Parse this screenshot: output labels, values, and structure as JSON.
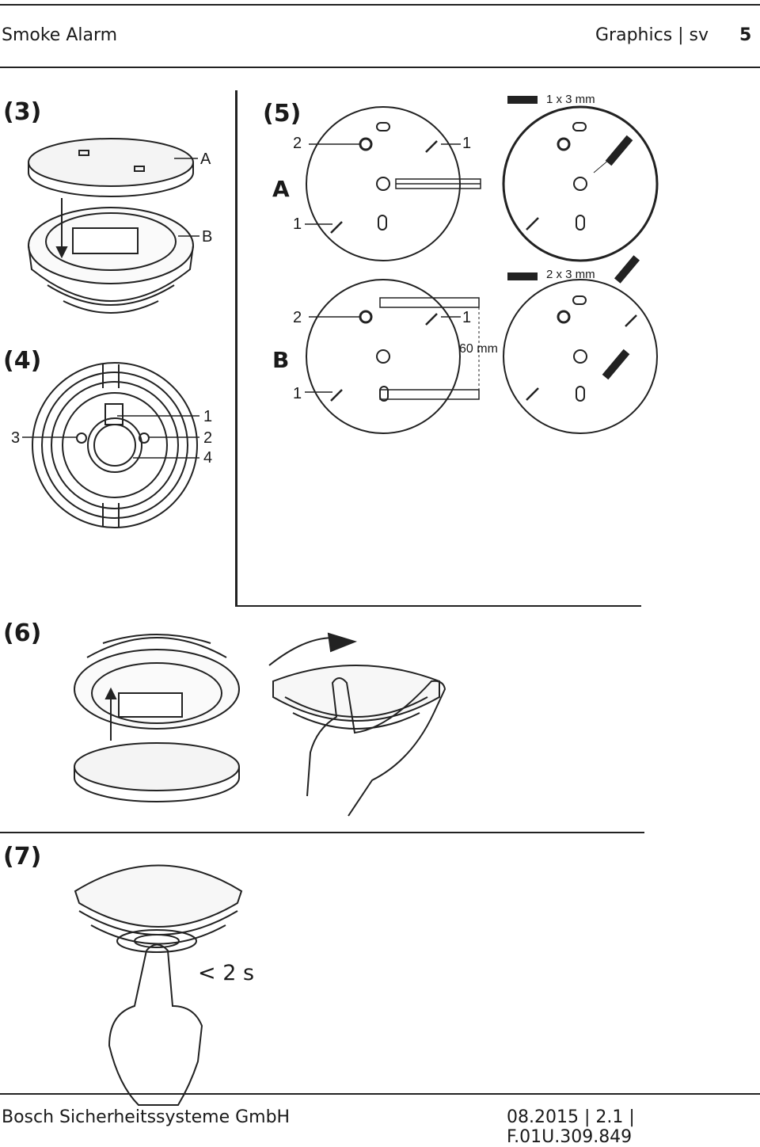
{
  "header": {
    "title": "Smoke Alarm",
    "section": "Graphics | sv",
    "page_number": "5"
  },
  "figures": {
    "fig3": {
      "label": "(3)",
      "callouts": {
        "a": "A",
        "b": "B"
      }
    },
    "fig4": {
      "label": "(4)",
      "callouts": {
        "one": "1",
        "two": "2",
        "three": "3",
        "four": "4"
      }
    },
    "fig5": {
      "label": "(5)",
      "row_a": {
        "label": "A",
        "callout_1_top": "1",
        "callout_1_bottom": "1",
        "callout_2": "2",
        "screw_size": "1 x 3 mm"
      },
      "row_b": {
        "label": "B",
        "callout_1_top": "1",
        "callout_1_bottom": "1",
        "callout_2": "2",
        "screw_size": "2 x 3 mm",
        "distance": "60 mm"
      }
    },
    "fig6": {
      "label": "(6)"
    },
    "fig7": {
      "label": "(7)",
      "press_duration": "< 2 s"
    }
  },
  "footer": {
    "company": "Bosch Sicherheitssysteme GmbH",
    "doc_info": "08.2015 | 2.1 | F.01U.309.849"
  }
}
